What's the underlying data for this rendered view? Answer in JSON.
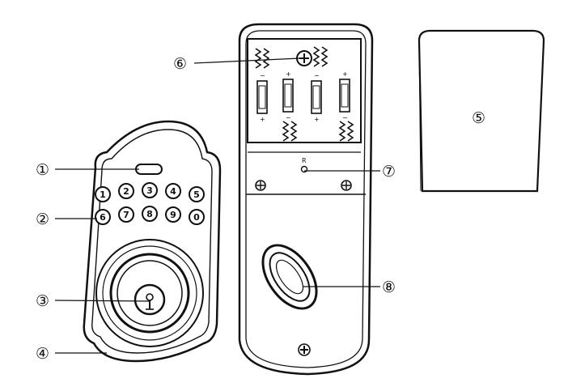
{
  "figure": {
    "callouts": [
      {
        "id": "1",
        "label": "①"
      },
      {
        "id": "2",
        "label": "②"
      },
      {
        "id": "3",
        "label": "③"
      },
      {
        "id": "4",
        "label": "④"
      },
      {
        "id": "5",
        "label": "⑤"
      },
      {
        "id": "6",
        "label": "⑥"
      },
      {
        "id": "7",
        "label": "⑦"
      },
      {
        "id": "8",
        "label": "⑧"
      }
    ],
    "keypad": {
      "row1": [
        "1",
        "2",
        "3",
        "4",
        "5"
      ],
      "row2": [
        "6",
        "7",
        "8",
        "9",
        "0"
      ]
    },
    "battery_signs": {
      "plus": "+",
      "minus": "−"
    },
    "reset_mark": "R"
  }
}
